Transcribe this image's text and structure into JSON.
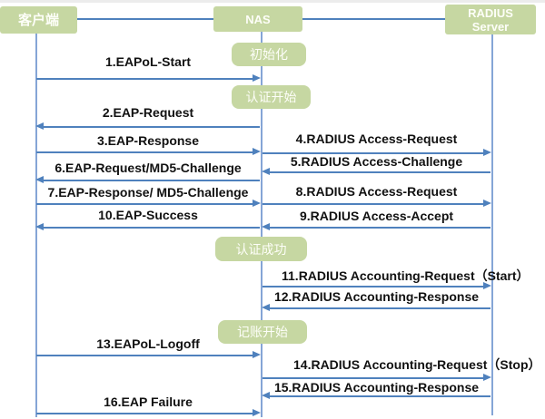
{
  "actors": [
    {
      "id": "client",
      "label": "客户端"
    },
    {
      "id": "nas",
      "label": "NAS"
    },
    {
      "id": "radius",
      "label": "RADIUS Server"
    }
  ],
  "phase_labels": [
    "初始化",
    "认证开始",
    "认证成功",
    "记账开始"
  ],
  "messages": [
    {
      "label": "1.EAPoL-Start",
      "from": "客户端",
      "to": "NAS"
    },
    {
      "label": "2.EAP-Request",
      "from": "NAS",
      "to": "客户端"
    },
    {
      "label": "3.EAP-Response",
      "from": "客户端",
      "to": "NAS"
    },
    {
      "label": "4.RADIUS Access-Request",
      "from": "NAS",
      "to": "RADIUS Server"
    },
    {
      "label": "5.RADIUS Access-Challenge",
      "from": "RADIUS Server",
      "to": "NAS"
    },
    {
      "label": "6.EAP-Request/MD5-Challenge",
      "from": "NAS",
      "to": "客户端"
    },
    {
      "label": "7.EAP-Response/ MD5-Challenge",
      "from": "客户端",
      "to": "NAS"
    },
    {
      "label": "8.RADIUS Access-Request",
      "from": "NAS",
      "to": "RADIUS Server"
    },
    {
      "label": "9.RADIUS Access-Accept",
      "from": "RADIUS Server",
      "to": "NAS"
    },
    {
      "label": "10.EAP-Success",
      "from": "NAS",
      "to": "客户端"
    },
    {
      "label": "11.RADIUS Accounting-Request（Start）",
      "from": "NAS",
      "to": "RADIUS Server"
    },
    {
      "label": "12.RADIUS Accounting-Response",
      "from": "RADIUS Server",
      "to": "NAS"
    },
    {
      "label": "13.EAPoL-Logoff",
      "from": "客户端",
      "to": "NAS"
    },
    {
      "label": "14.RADIUS Accounting-Request（Stop）",
      "from": "NAS",
      "to": "RADIUS Server"
    },
    {
      "label": "15.RADIUS Accounting-Response",
      "from": "RADIUS Server",
      "to": "NAS"
    },
    {
      "label": "16.EAP Failure",
      "from": "客户端",
      "to": "NAS"
    }
  ],
  "colors": {
    "actor_box_fill": "#c6d7a2",
    "actor_text": "#fdfef8",
    "arrow_line": "#4f81bd",
    "lifeline": "#85a5d6",
    "message_text": "#111111"
  }
}
